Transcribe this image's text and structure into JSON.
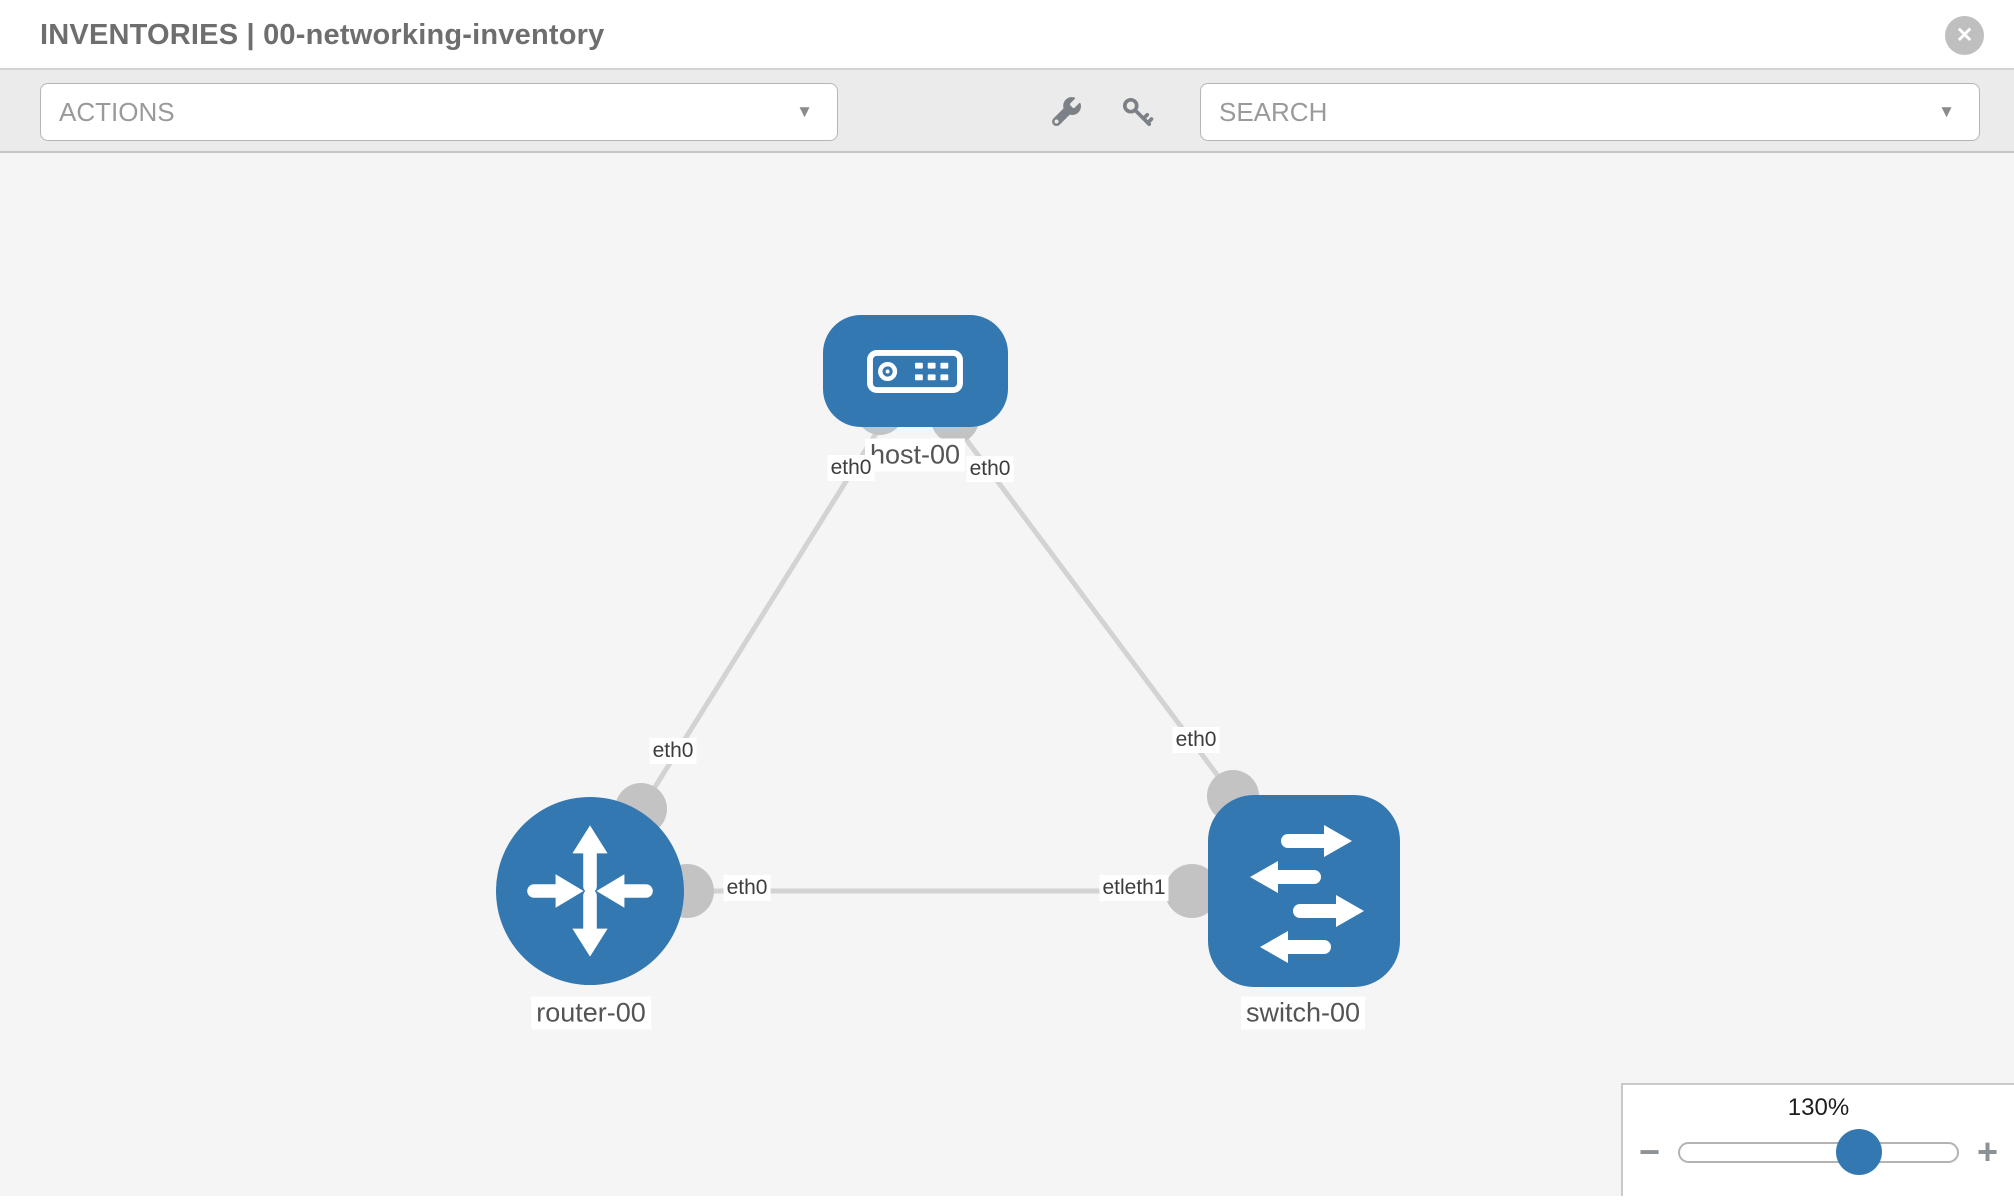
{
  "header": {
    "title": "INVENTORIES | 00-networking-inventory"
  },
  "toolbar": {
    "actions_label": "ACTIONS",
    "search_label": "SEARCH"
  },
  "canvas": {
    "nodes": [
      {
        "label": "host-00",
        "type": "host"
      },
      {
        "label": "router-00",
        "type": "router"
      },
      {
        "label": "switch-00",
        "type": "switch"
      }
    ],
    "links": [
      {
        "from": "host-00",
        "to": "router-00",
        "from_label": "eth0",
        "to_label": "eth0"
      },
      {
        "from": "host-00",
        "to": "switch-00",
        "from_label": "eth0",
        "to_label": "eth0"
      },
      {
        "from": "router-00",
        "to": "switch-00",
        "from_label": "eth0",
        "to_label": "etleth1"
      }
    ]
  },
  "zoom": {
    "level": "130%"
  },
  "icons": {
    "caret": "▼",
    "close": "✕",
    "minus": "−",
    "plus": "+"
  },
  "colors": {
    "node_blue": "#3478b2",
    "port_gray": "#c3c3c3",
    "link_gray": "#d3d3d3",
    "canvas_bg": "#f5f5f5"
  }
}
